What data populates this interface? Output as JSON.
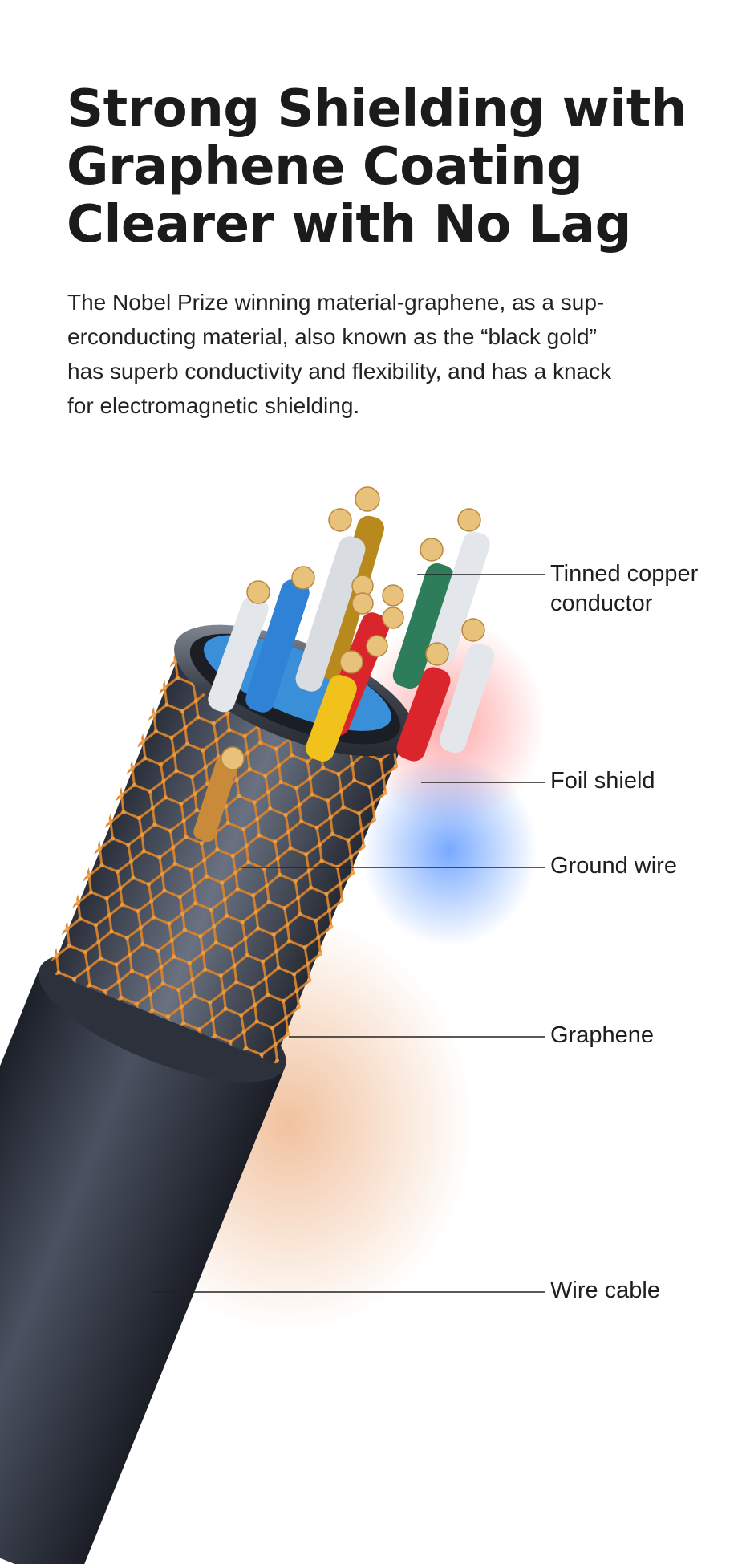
{
  "headline": {
    "lines": [
      "Strong Shielding with",
      "Graphene Coating",
      "Clearer with No Lag"
    ]
  },
  "description": {
    "lines": [
      "The Nobel Prize winning material-graphene, as a sup-",
      "erconducting material, also known as the “black gold”",
      "has superb conductivity and flexibility, and has a knack",
      "for electromagnetic shielding."
    ]
  },
  "callouts": {
    "tinned_copper": [
      "Tinned copper",
      "conductor"
    ],
    "foil_shield": "Foil shield",
    "ground_wire": "Ground wire",
    "graphene": "Graphene",
    "wire_cable": "Wire cable"
  },
  "colors": {
    "background": "#ffffff",
    "text": "#1b1b1b",
    "graphene_mesh": "#d9822b",
    "cable_jacket": "#2f3542",
    "foil_blue": "#3a8fd9",
    "conductor_copper": "#e8c27a"
  }
}
